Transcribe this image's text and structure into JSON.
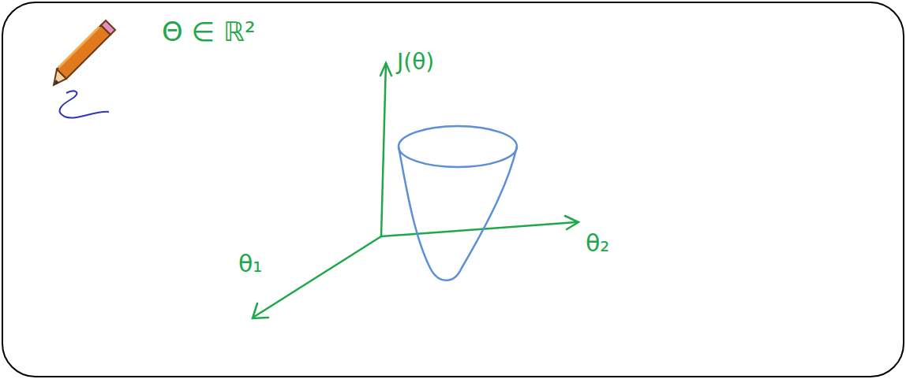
{
  "diagram": {
    "labels": [
      "Θ ∈ ℝ²",
      "J(θ)",
      "θ₁",
      "θ₂"
    ]
  }
}
